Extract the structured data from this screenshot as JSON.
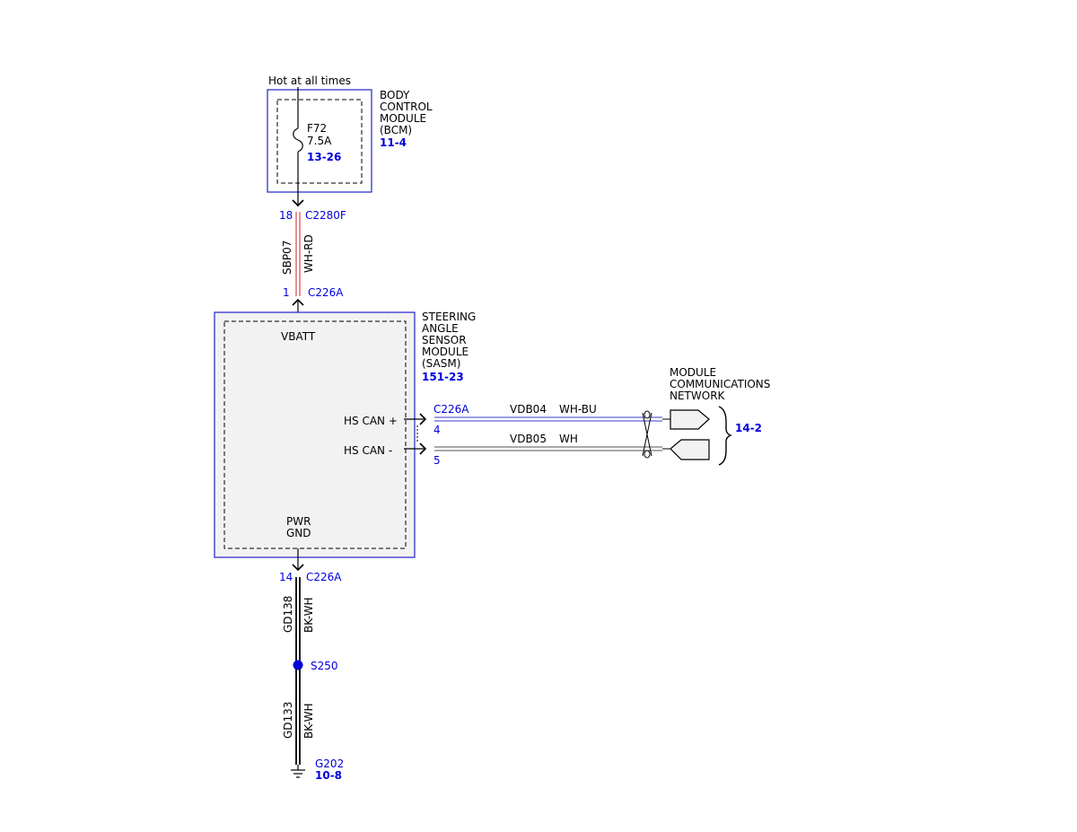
{
  "diagram": {
    "supply": {
      "hot_label": "Hot at all times"
    },
    "bcm": {
      "name_lines": [
        "BODY",
        "CONTROL",
        "MODULE",
        "(BCM)"
      ],
      "ref": "11-4",
      "fuse_id": "F72",
      "fuse_rating": "7.5A",
      "fuse_ref": "13-26"
    },
    "wire_power": {
      "pin_top": "18",
      "connector_top": "C2280F",
      "circuit": "SBP07",
      "color": "WH-RD",
      "pin_bottom": "1",
      "connector_bottom": "C226A"
    },
    "sasm": {
      "name_lines": [
        "STEERING",
        "ANGLE",
        "SENSOR",
        "MODULE",
        "(SASM)"
      ],
      "ref": "151-23",
      "vbatt_label": "VBATT",
      "hs_can_plus_label": "HS CAN +",
      "hs_can_minus_label": "HS CAN -",
      "pwr_gnd_lines": [
        "PWR",
        "GND"
      ]
    },
    "can_bus": {
      "connector": "C226A",
      "pin_plus": "4",
      "pin_minus": "5",
      "plus_circuit": "VDB04",
      "plus_color": "WH-BU",
      "minus_circuit": "VDB05",
      "minus_color": "WH"
    },
    "network": {
      "name_lines": [
        "MODULE",
        "COMMUNICATIONS",
        "NETWORK"
      ],
      "ref": "14-2"
    },
    "ground": {
      "pin": "14",
      "connector": "C226A",
      "circuit_upper": "GD138",
      "color_upper": "BK-WH",
      "splice": "S250",
      "circuit_lower": "GD133",
      "color_lower": "BK-WH",
      "ground_id": "G202",
      "ground_ref": "10-8"
    },
    "colors": {
      "module_border": "#2222cc",
      "label_blue": "#0000dd",
      "wire_red": "#cc2222",
      "wire_blue": "#3a3acc",
      "module_fill": "#f2f2f2",
      "splice": "#0000dd"
    }
  }
}
